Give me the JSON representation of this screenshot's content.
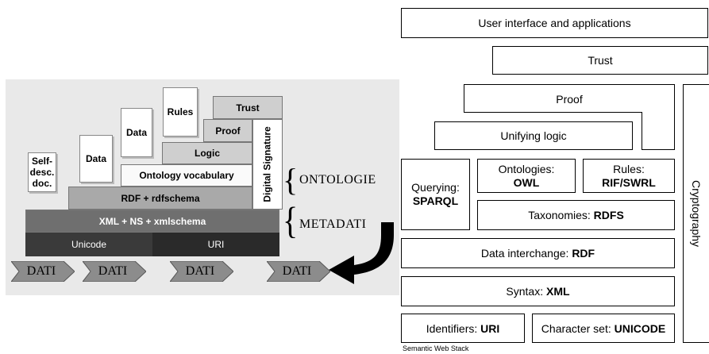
{
  "left": {
    "layers": {
      "unicode": "Unicode",
      "uri": "URI",
      "xml": "XML + NS + xmlschema",
      "rdf": "RDF + rdfschema",
      "ontology": "Ontology vocabulary",
      "logic": "Logic",
      "proof": "Proof",
      "trust": "Trust",
      "digital_signature": "Digital Signature"
    },
    "docs": {
      "self_desc_1": "Self-",
      "self_desc_2": "desc.",
      "self_desc_3": "doc.",
      "data_1": "Data",
      "data_2": "Data",
      "rules": "Rules"
    },
    "braces": {
      "ontologie": "ONTOLOGIE",
      "metadati": "METADATI"
    },
    "dati_arrows": [
      "DATI",
      "DATI",
      "DATI",
      "DATI"
    ]
  },
  "right": {
    "user_interface": "User interface and applications",
    "trust": "Trust",
    "proof": "Proof",
    "unifying_logic": "Unifying logic",
    "querying_line1": "Querying:",
    "querying_line2": "SPARQL",
    "ontologies_line1": "Ontologies:",
    "ontologies_line2": "OWL",
    "rules_line1": "Rules:",
    "rules_line2": "RIF/SWRL",
    "taxonomies_prefix": "Taxonomies: ",
    "taxonomies_bold": "RDFS",
    "data_interchange_prefix": "Data interchange: ",
    "data_interchange_bold": "RDF",
    "syntax_prefix": "Syntax: ",
    "syntax_bold": "XML",
    "identifiers_prefix": "Identifiers: ",
    "identifiers_bold": "URI",
    "charset_prefix": "Character set: ",
    "charset_bold": "UNICODE",
    "cryptography": "Cryptography",
    "caption": "Semantic Web Stack"
  },
  "colors": {
    "panel_bg": "#e9e9e9",
    "dark_bar": "#3a3a3a",
    "mid_bar": "#6f6f6f",
    "arrow": "#000000"
  }
}
